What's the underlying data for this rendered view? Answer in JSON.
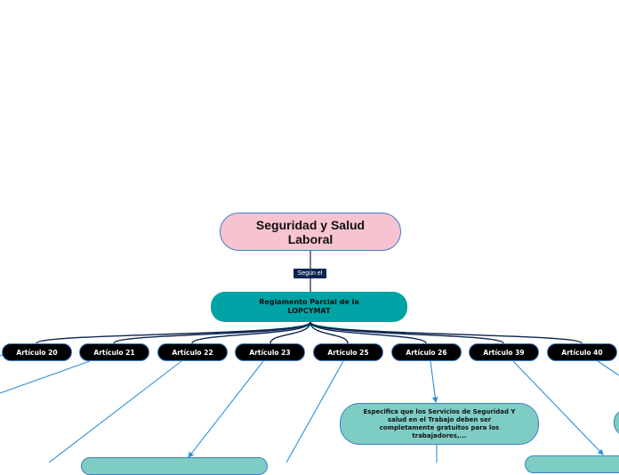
{
  "root": {
    "title": "Seguridad y Salud Laboral"
  },
  "connector_label": "Según el",
  "regulation": {
    "title": "Reglamento Parcial de la LOPCYMAT"
  },
  "articles": [
    "Artículo 20",
    "Artículo 21",
    "Artículo 22",
    "Artículo 23",
    "Artículo 25",
    "Artículo 26",
    "Artículo 39",
    "Artículo 40"
  ],
  "article_26_detail": "Especifica que los Servicios de Seguridad Y salud en el Trabajo deben ser completamente gratuitos para los trabajadores,...",
  "colors": {
    "root_fill": "#f8c3d1",
    "regulation_fill": "#00a3a5",
    "article_fill": "#000000",
    "detail_fill": "#7ecdc4",
    "line": "#2f8fd8",
    "dark_line": "#0c2450"
  }
}
